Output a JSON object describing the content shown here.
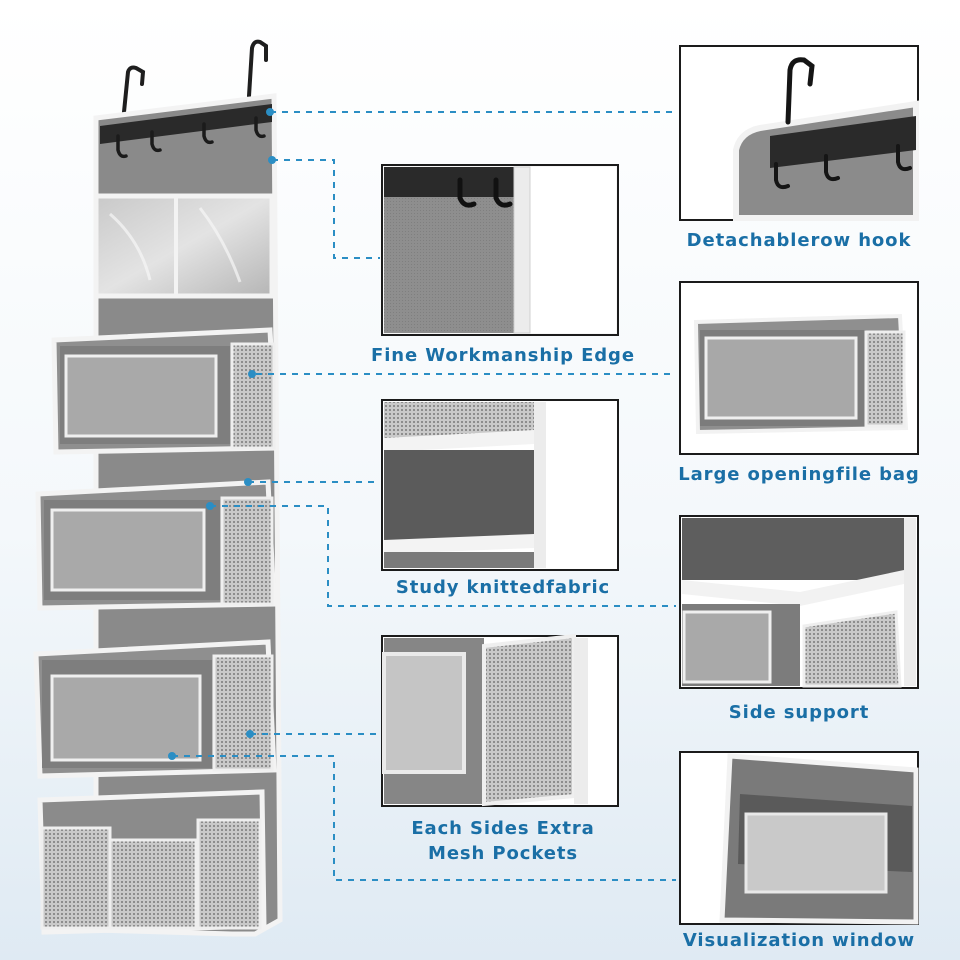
{
  "features": [
    {
      "id": "hook",
      "label": "Detachablerow hook"
    },
    {
      "id": "edge",
      "label": "Fine Workmanship Edge"
    },
    {
      "id": "file-bag",
      "label": "Large openingfile bag"
    },
    {
      "id": "fabric",
      "label": "Study knittedfabric"
    },
    {
      "id": "support",
      "label": "Side support"
    },
    {
      "id": "mesh",
      "label": "Each Sides Extra",
      "label_line2": "Mesh Pockets"
    },
    {
      "id": "window",
      "label": "Visualization window"
    }
  ],
  "colors": {
    "caption": "#1a6fa6",
    "leader": "#2b8ec4",
    "fabric": "#8c8c8c",
    "fabric_dark": "#5c5c5c",
    "piping": "#f2f2f2",
    "hook": "#1e1e1e"
  },
  "icons": [
    "hook-icon",
    "mesh-texture",
    "dot-marker"
  ]
}
